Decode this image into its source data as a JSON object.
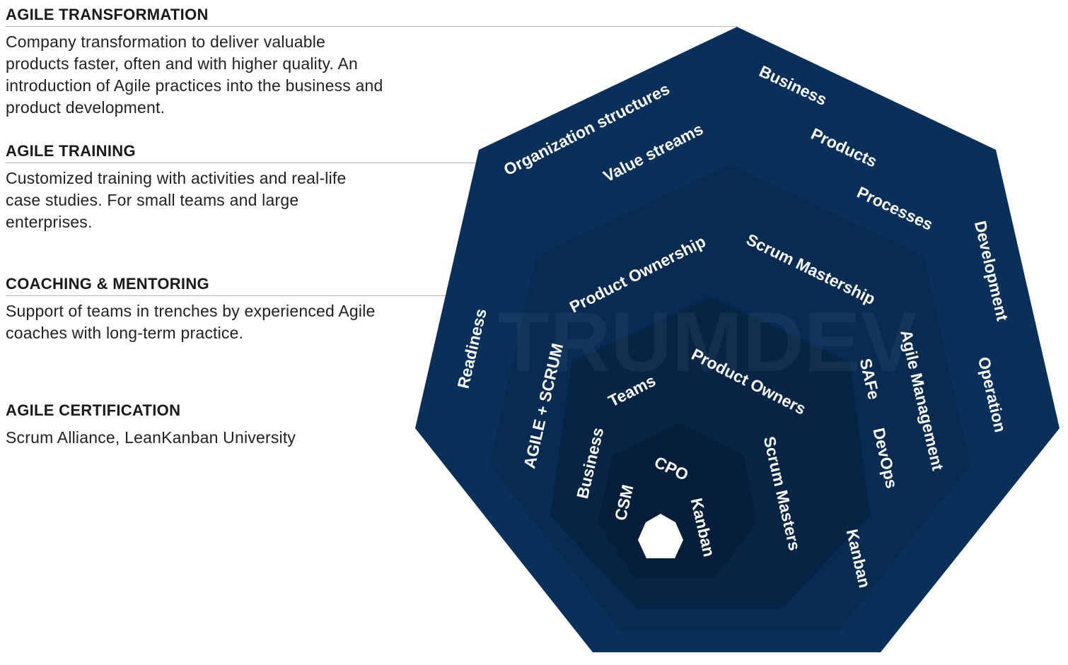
{
  "sections": [
    {
      "title": "AGILE TRANSFORMATION",
      "body": "Company transformation to deliver valuable products faster, often and with higher quality. An introduction of Agile practices into the business and product development."
    },
    {
      "title": "AGILE TRAINING",
      "body": "Customized training with activities and real-life case studies. For small teams and large enterprises."
    },
    {
      "title": "COACHING & MENTORING",
      "body": "Support of teams in trenches by experienced Agile coaches with long-term practice."
    },
    {
      "title": "AGILE CERTIFICATION",
      "body": "Scrum Alliance, LeanKanban University"
    }
  ],
  "diagram": {
    "colors": {
      "layer1": "#08305a",
      "layer2": "#072b51",
      "layer3": "#062545",
      "layer4": "#051e39",
      "core": "#ffffff"
    },
    "watermark": "TRUMDEV",
    "labels": {
      "organization_structures": "Organization structures",
      "value_streams": "Value streams",
      "business_outer": "Business",
      "products": "Products",
      "processes": "Processes",
      "development": "Development",
      "operation": "Operation",
      "readiness": "Readiness",
      "product_ownership": "Product Ownership",
      "scrum_mastership": "Scrum Mastership",
      "agile_management": "Agile Management",
      "safe": "SAFe",
      "devops": "DevOps",
      "kanban_outer": "Kanban",
      "agile_scrum": "AGILE + SCRUM",
      "teams": "Teams",
      "product_owners": "Product Owners",
      "scrum_masters": "Scrum Masters",
      "business_inner": "Business",
      "cpo": "CPO",
      "csm": "CSM",
      "kanban_inner": "Kanban"
    }
  }
}
